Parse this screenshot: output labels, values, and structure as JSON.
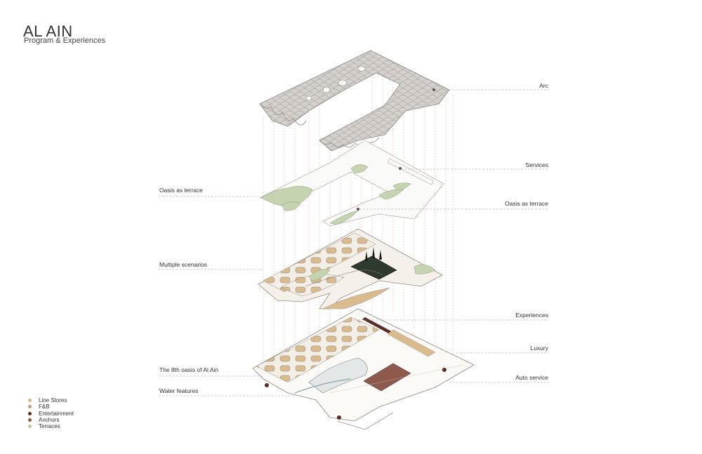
{
  "header": {
    "title": "AL AIN",
    "subtitle": "Program & Experiences"
  },
  "callouts": {
    "arc": "Arc",
    "services": "Services",
    "oasis_terrace_left": "Oasis as terrace",
    "oasis_terrace_right": "Oasis as terrace",
    "multiple_scenarios": "Multiple scenarios",
    "experiences": "Experiences",
    "luxury": "Luxury",
    "eighth_oasis": "The 8th oasis of Al Ain",
    "auto_service": "Auto service",
    "water_features": "Water features"
  },
  "legend": {
    "items": [
      {
        "label": "Line Stores",
        "color": "#d8b98a"
      },
      {
        "label": "F&B",
        "color": "#c99a83"
      },
      {
        "label": "Entertainment",
        "color": "#5a2d25"
      },
      {
        "label": "Anchors",
        "color": "#8e5a4e"
      },
      {
        "label": "Terraces",
        "color": "#b7c9a1"
      }
    ]
  }
}
